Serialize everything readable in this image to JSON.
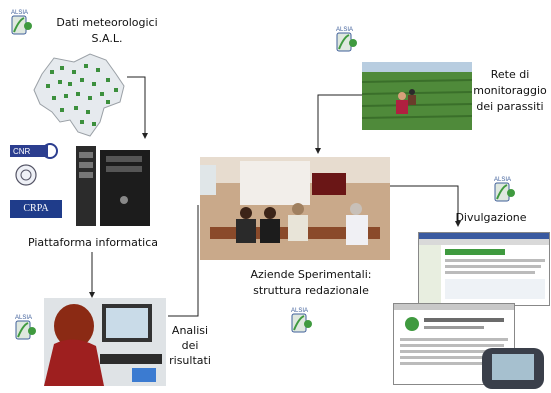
{
  "logo_text": "ALSIA",
  "labels": {
    "meteo_line1": "Dati meteorologici",
    "meteo_line2": "S.A.L.",
    "platform": "Piattaforma informatica",
    "network_line1": "Rete di",
    "network_line2": "monitoraggio",
    "network_line3": "dei parassiti",
    "firms_line1": "Aziende Sperimentali:",
    "firms_line2": "struttura redazionale",
    "divulgation": "Divulgazione",
    "analysis_line1": "Analisi",
    "analysis_line2": "dei",
    "analysis_line3": "risultati"
  },
  "partner_logos": {
    "cnr": "CNR",
    "crpa": "CRPA"
  },
  "colors": {
    "map_fill": "#e6eaee",
    "map_dots": "#3c8f3c",
    "connector": "#222222",
    "logo_green": "#3f9a3f",
    "logo_blue": "#3f5f9a"
  }
}
